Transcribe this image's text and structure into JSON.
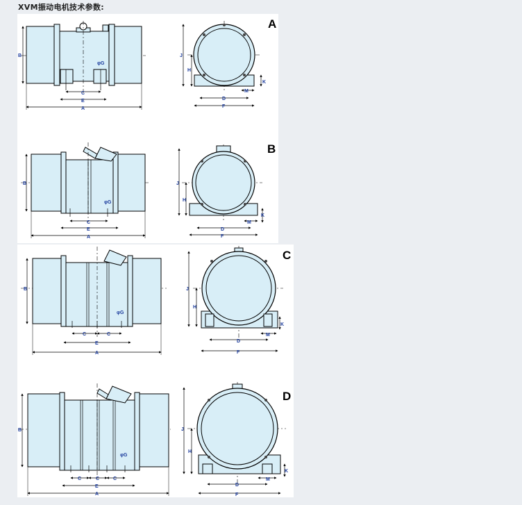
{
  "title": "XVM振动电机技术参数:",
  "colors": {
    "fill": "#d8eef7",
    "line": "#000000",
    "label": "#1b3b9c",
    "panel": "#ffffff",
    "background": "#ebeef2"
  },
  "variants": [
    {
      "letter": "A",
      "side_labels": {
        "length_total": "A",
        "length_e": "E",
        "length_c": "C",
        "height": "B",
        "hole": "φG"
      },
      "end_labels": {
        "total_height": "J",
        "center_height": "H",
        "hole_spacing": "D",
        "width": "F",
        "foot": "M",
        "foot_h": "K"
      }
    },
    {
      "letter": "B",
      "side_labels": {
        "length_total": "A",
        "length_e": "E",
        "length_c": "C",
        "height": "B",
        "hole": "φG"
      },
      "end_labels": {
        "total_height": "J",
        "center_height": "H",
        "hole_spacing": "D",
        "width": "F",
        "foot": "M",
        "foot_h": "K"
      }
    },
    {
      "letter": "C",
      "side_labels": {
        "length_total": "A",
        "length_e": "E",
        "length_c": "C",
        "length_c2": "C",
        "height": "B",
        "hole": "φG"
      },
      "end_labels": {
        "total_height": "J",
        "center_height": "H",
        "hole_spacing": "D",
        "width": "F",
        "foot": "M",
        "foot_h": "K"
      }
    },
    {
      "letter": "D",
      "side_labels": {
        "length_total": "A",
        "length_e": "E",
        "length_c": "C",
        "length_c2": "C",
        "length_c3": "C",
        "height": "B",
        "hole": "φG"
      },
      "end_labels": {
        "total_height": "J",
        "center_height": "H",
        "hole_spacing": "D",
        "width": "F",
        "foot": "M",
        "foot_h": "K"
      }
    }
  ]
}
